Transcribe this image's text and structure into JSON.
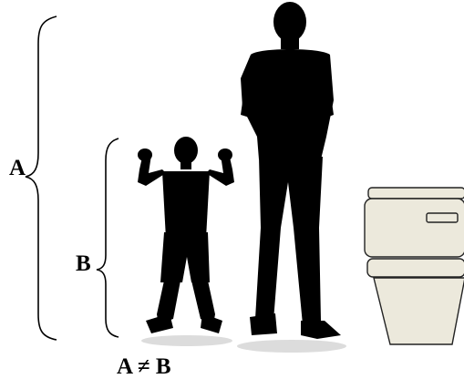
{
  "labels": {
    "a": "A",
    "b": "B",
    "inequality": "A ≠ B"
  },
  "colors": {
    "silhouette": "#000000",
    "bin_fill": "#ece9dc",
    "bin_stroke": "#222222",
    "shadow": "#d9d9d9"
  },
  "icons": {
    "child": "child-silhouette",
    "man": "man-silhouette",
    "bin": "trash-bin-icon"
  }
}
